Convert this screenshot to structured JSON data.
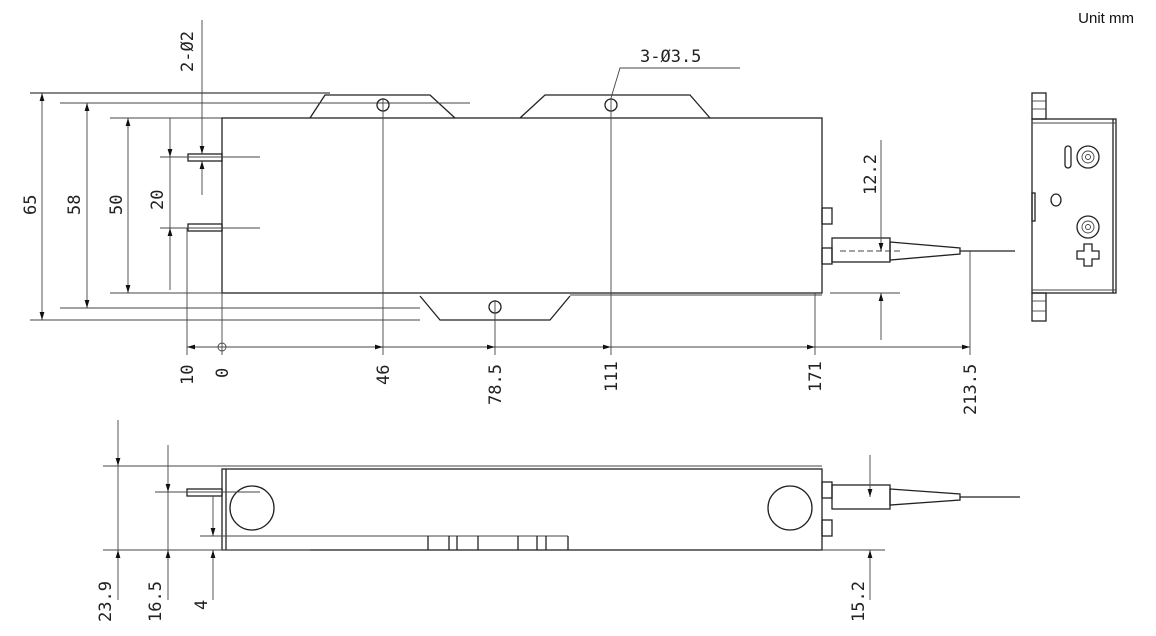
{
  "unit_label": "Unit mm",
  "top_view": {
    "callouts": {
      "small_holes": "2-Ø2",
      "mount_holes": "3-Ø3.5"
    },
    "vertical_dims": [
      "65",
      "58",
      "50",
      "20"
    ],
    "connector_dim": "12.2",
    "horizontal_dims": [
      "10",
      "0",
      "46",
      "78.5",
      "111",
      "171",
      "213.5"
    ]
  },
  "side_view": {
    "vertical_dims": [
      "23.9",
      "16.5",
      "4",
      "15.2"
    ]
  }
}
